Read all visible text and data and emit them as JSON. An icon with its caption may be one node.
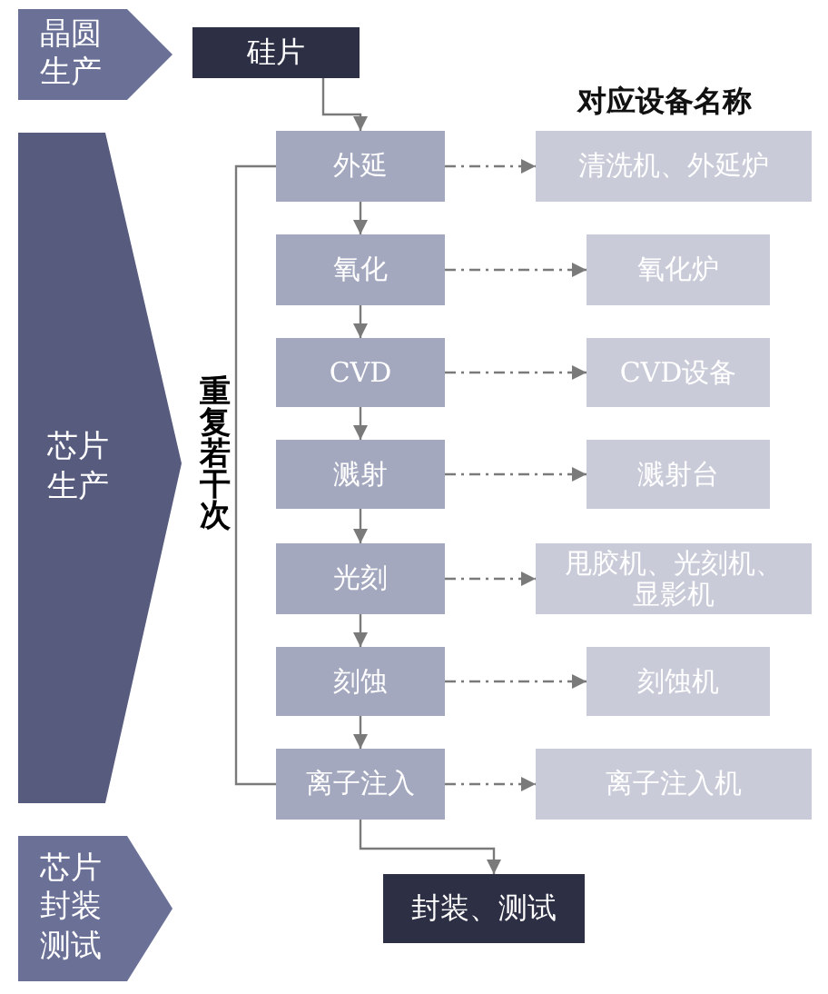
{
  "diagram": {
    "nodes": [
      {
        "text": [
          "晶圆生产"
        ]
      },
      {
        "text": [
          "硅片"
        ]
      },
      {
        "text": [
          "芯片生产"
        ]
      },
      {
        "text": [
          "外延"
        ]
      },
      {
        "text": [
          "氧化"
        ]
      },
      {
        "text": [
          "CVD"
        ]
      },
      {
        "text": [
          "溅射"
        ]
      },
      {
        "text": [
          "光刻"
        ]
      },
      {
        "text": [
          "刻蚀"
        ]
      },
      {
        "text": [
          "离子注入"
        ]
      },
      {
        "text": [
          "清洗机、外延炉"
        ]
      },
      {
        "text": [
          "氧化炉"
        ]
      },
      {
        "text": [
          "CVD设备"
        ]
      },
      {
        "text": [
          "溅射台"
        ]
      },
      {
        "text": [
          "甩胶机、光刻机、显影机"
        ]
      },
      {
        "text": [
          "刻蚀机"
        ]
      },
      {
        "text": [
          "离子注入机"
        ]
      },
      {
        "text": [
          "芯片封装测试"
        ]
      },
      {
        "text": [
          "封装、测试"
        ]
      }
    ],
    "edges": [
      {
        "from": 1,
        "to": 3,
        "arrow": "to"
      },
      {
        "from": 3,
        "to": 4,
        "arrow": "to"
      },
      {
        "from": 4,
        "to": 5,
        "arrow": "to"
      },
      {
        "from": 5,
        "to": 6,
        "arrow": "to"
      },
      {
        "from": 6,
        "to": 7,
        "arrow": "to"
      },
      {
        "from": 7,
        "to": 8,
        "arrow": "to"
      },
      {
        "from": 8,
        "to": 9,
        "arrow": "to"
      },
      {
        "from": 9,
        "to": 18,
        "arrow": "to"
      },
      {
        "from": 3,
        "to": 10,
        "arrow": "to",
        "style": "dashed"
      },
      {
        "from": 4,
        "to": 11,
        "arrow": "to",
        "style": "dashed"
      },
      {
        "from": 5,
        "to": 12,
        "arrow": "to",
        "style": "dashed"
      },
      {
        "from": 6,
        "to": 13,
        "arrow": "to",
        "style": "dashed"
      },
      {
        "from": 7,
        "to": 14,
        "arrow": "to",
        "style": "dashed"
      },
      {
        "from": 8,
        "to": 15,
        "arrow": "to",
        "style": "dashed"
      },
      {
        "from": 9,
        "to": 16,
        "arrow": "to",
        "style": "dashed"
      },
      {
        "from": 9,
        "to": 3,
        "arrow": "none",
        "label": "重复若干次"
      }
    ],
    "labels": [
      "对应设备名称"
    ]
  }
}
